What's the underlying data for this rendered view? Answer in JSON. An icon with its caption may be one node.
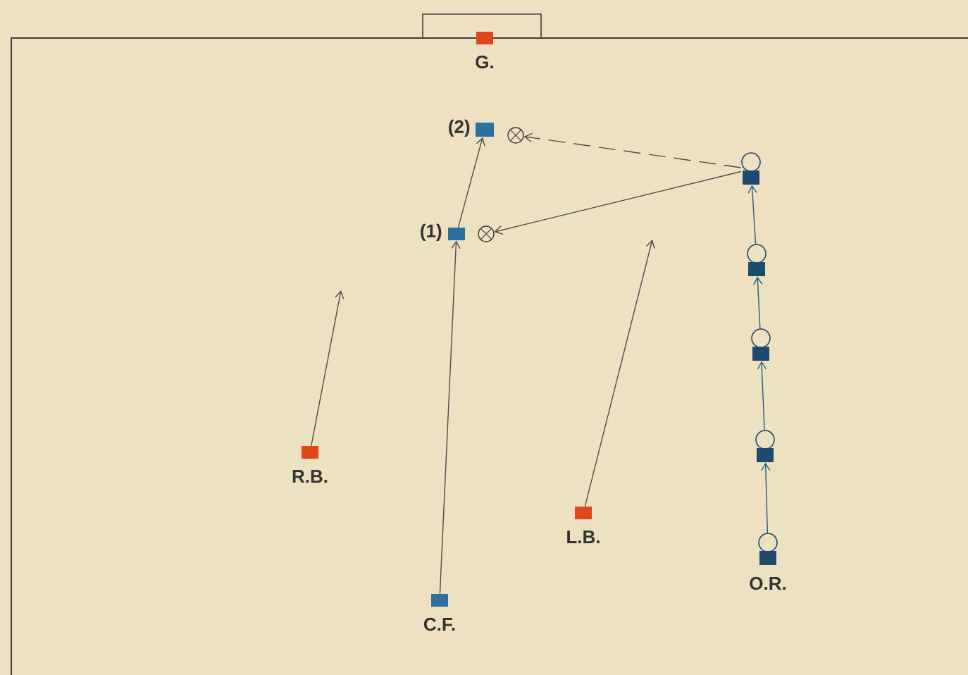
{
  "diagram": {
    "nodes": [
      {
        "text": [],
        "shape": "box",
        "beside": [
          "G."
        ]
      },
      {
        "text": [],
        "shape": "box",
        "beside": [
          "R.B."
        ]
      },
      {
        "text": [],
        "shape": "box",
        "beside": [
          "L.B."
        ]
      },
      {
        "text": [],
        "shape": "box",
        "beside": [
          "C.F."
        ]
      },
      {
        "text": [],
        "shape": "box",
        "beside": [
          "(1)"
        ]
      },
      {
        "text": [],
        "shape": "box",
        "beside": [
          "(2)"
        ]
      },
      {
        "text": [],
        "shape": "circle"
      },
      {
        "text": [],
        "shape": "circle"
      },
      {
        "text": [],
        "shape": "person"
      },
      {
        "text": [],
        "shape": "person"
      },
      {
        "text": [],
        "shape": "person"
      },
      {
        "text": [],
        "shape": "person"
      },
      {
        "text": [],
        "shape": "person",
        "beside": [
          "O.R."
        ]
      }
    ],
    "edges": [
      {
        "from": 1,
        "to": null,
        "arrow": "to"
      },
      {
        "from": 2,
        "to": null,
        "arrow": "to"
      },
      {
        "from": 3,
        "to": 4,
        "arrow": "to"
      },
      {
        "from": 4,
        "to": 5,
        "arrow": "to"
      },
      {
        "from": 12,
        "to": 11,
        "arrow": "to",
        "color": "#2a5a82"
      },
      {
        "from": 11,
        "to": 10,
        "arrow": "to",
        "color": "#2a5a82"
      },
      {
        "from": 10,
        "to": 9,
        "arrow": "to",
        "color": "#2a5a82"
      },
      {
        "from": 9,
        "to": 8,
        "arrow": "to",
        "color": "#2a5a82"
      },
      {
        "from": 8,
        "to": 6,
        "arrow": "to"
      },
      {
        "from": 8,
        "to": 7,
        "arrow": "to",
        "style": "dashed"
      }
    ]
  }
}
